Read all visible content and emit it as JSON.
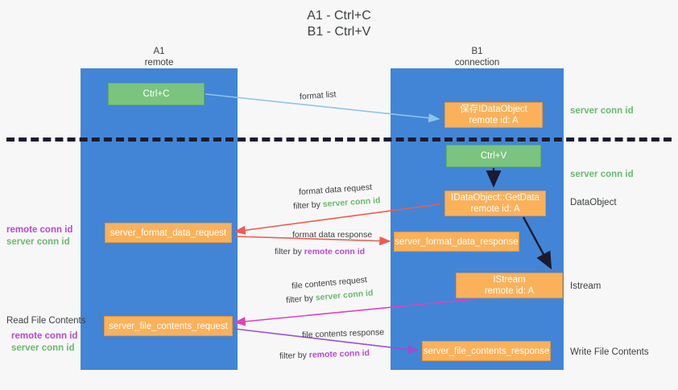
{
  "title": {
    "line1": "A1 - Ctrl+C",
    "line2": "B1 - Ctrl+V"
  },
  "lanes": {
    "left": {
      "title": "A1",
      "subtitle": "remote"
    },
    "right": {
      "title": "B1",
      "subtitle": "connection"
    }
  },
  "boxes": {
    "ctrl_c": {
      "line1": "Ctrl+C"
    },
    "save_idataobject": {
      "line1": "保存IDataObject",
      "line2": "remote id: A"
    },
    "ctrl_v": {
      "line1": "Ctrl+V"
    },
    "getdata": {
      "line1": "IDataObject::GetData",
      "line2": "remote id: A"
    },
    "istream": {
      "line1": "IStream",
      "line2": "remote id: A"
    },
    "server_format_data_request": {
      "line1": "server_format_data_request"
    },
    "server_format_data_response": {
      "line1": "server_format_data_response"
    },
    "server_file_contents_request": {
      "line1": "server_file_contents_request"
    },
    "server_file_contents_response": {
      "line1": "server_file_contents_response"
    }
  },
  "side_labels": {
    "server_conn_id_1": "server conn id",
    "server_conn_id_2": "server conn id",
    "dataobject": "DataObject",
    "istream": "Istream",
    "write_file_contents": "Write File Contents",
    "read_file_contents": "Read File Contents",
    "remote_conn_id": "remote conn id",
    "server_conn_id": "server conn id"
  },
  "captions": {
    "format_list": "format list",
    "format_data_request": "format data request",
    "filter_by": "filter by",
    "filter_server_conn_id": "server conn id",
    "filter_remote_conn_id": "remote conn id",
    "format_data_response": "format data response",
    "file_contents_request": "file contents request",
    "file_contents_response": "file contents response"
  },
  "colors": {
    "lane": "#4285d6",
    "green_box": "#7bc47f",
    "orange_box": "#fbb15a",
    "server_conn_id": "#6aba6e",
    "remote_conn_id": "#b44ad0",
    "arrow_light_blue": "#8fc4e8",
    "arrow_red": "#f05a4f",
    "arrow_magenta": "#e040c0",
    "arrow_purple": "#9b4fd0",
    "arrow_black": "#1b1b2f",
    "divider": "#1b1b2f"
  }
}
